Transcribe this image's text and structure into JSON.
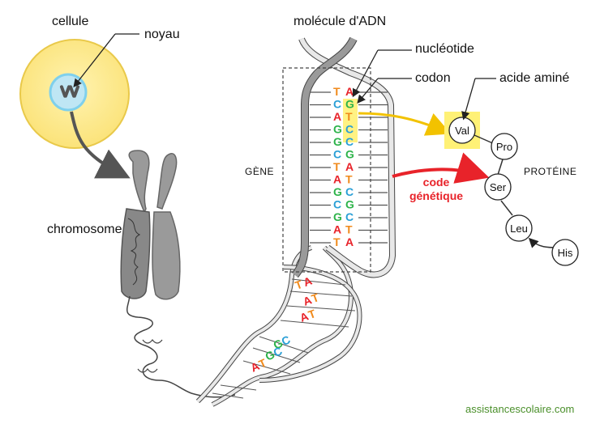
{
  "labels": {
    "cell": "cellule",
    "nucleus": "noyau",
    "chromosome": "chromosome",
    "dna_molecule": "molécule d'ADN",
    "nucleotide": "nucléotide",
    "codon": "codon",
    "amino_acid": "acide aminé",
    "gene": "GÈNE",
    "protein": "PROTÉINE",
    "genetic_code_line1": "code",
    "genetic_code_line2": "génétique"
  },
  "gene_pairs": [
    [
      "T",
      "A"
    ],
    [
      "C",
      "G"
    ],
    [
      "A",
      "T"
    ],
    [
      "G",
      "C"
    ],
    [
      "G",
      "C"
    ],
    [
      "C",
      "G"
    ],
    [
      "T",
      "A"
    ],
    [
      "A",
      "T"
    ],
    [
      "G",
      "C"
    ],
    [
      "C",
      "G"
    ],
    [
      "G",
      "C"
    ],
    [
      "A",
      "T"
    ],
    [
      "T",
      "A"
    ]
  ],
  "helix_pairs": [
    [
      "T",
      "A"
    ],
    [
      "A",
      "T"
    ],
    [
      "A",
      "T"
    ],
    [
      "G",
      "C"
    ],
    [
      "G",
      "C"
    ],
    [
      "A",
      "T"
    ]
  ],
  "amino_acids": [
    "Val",
    "Pro",
    "Ser",
    "Leu",
    "His"
  ],
  "base_colors": {
    "A": "#e8232a",
    "T": "#f08a1c",
    "C": "#2a9fd6",
    "G": "#2db34a"
  },
  "credit": "assistancescolaire.com"
}
